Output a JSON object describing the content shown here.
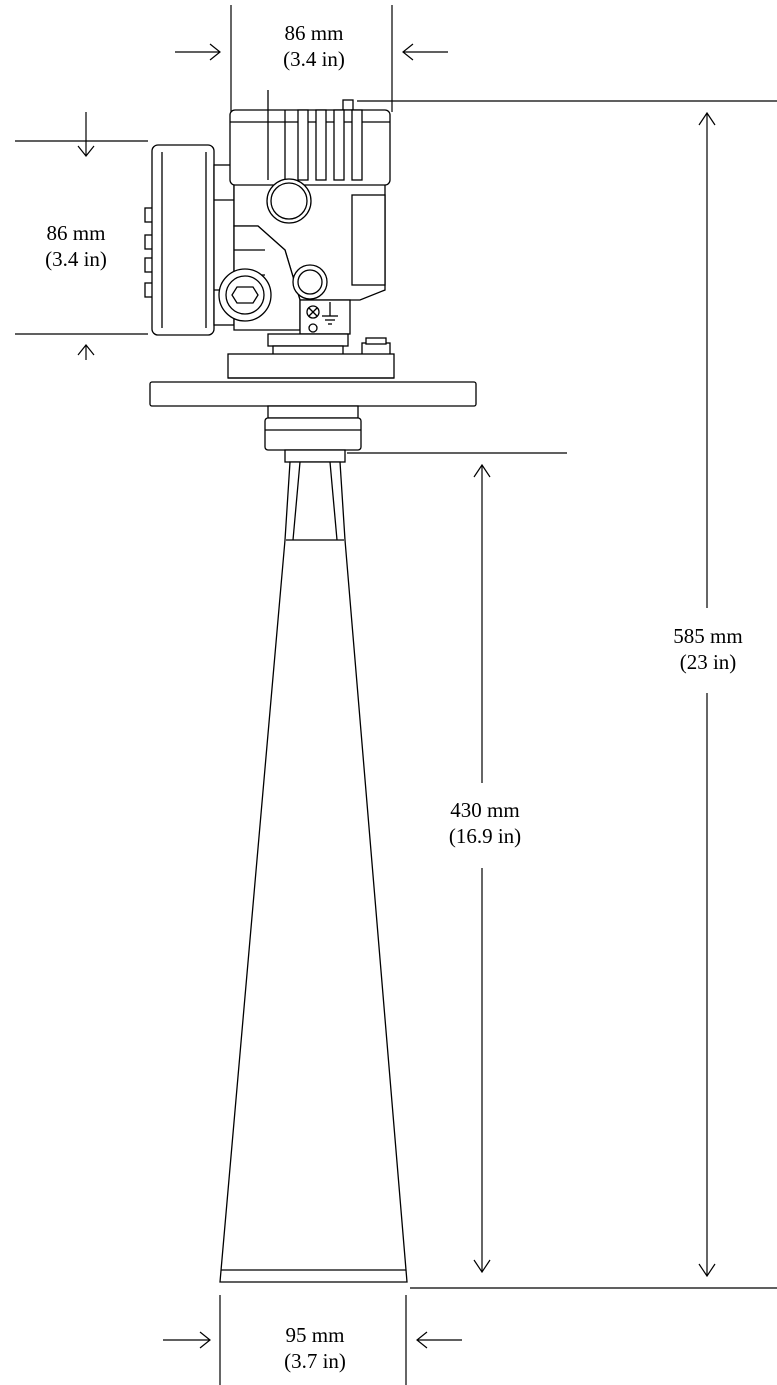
{
  "dimensions": {
    "housing_width": {
      "metric": "86 mm",
      "imperial": "(3.4 in)"
    },
    "housing_height": {
      "metric": "86 mm",
      "imperial": "(3.4 in)"
    },
    "overall_height": {
      "metric": "585 mm",
      "imperial": "(23 in)"
    },
    "horn_length": {
      "metric": "430 mm",
      "imperial": "(16.9 in)"
    },
    "horn_diameter": {
      "metric": "95 mm",
      "imperial": "(3.7 in)"
    }
  },
  "colors": {
    "line": "#000000",
    "background": "#ffffff"
  }
}
